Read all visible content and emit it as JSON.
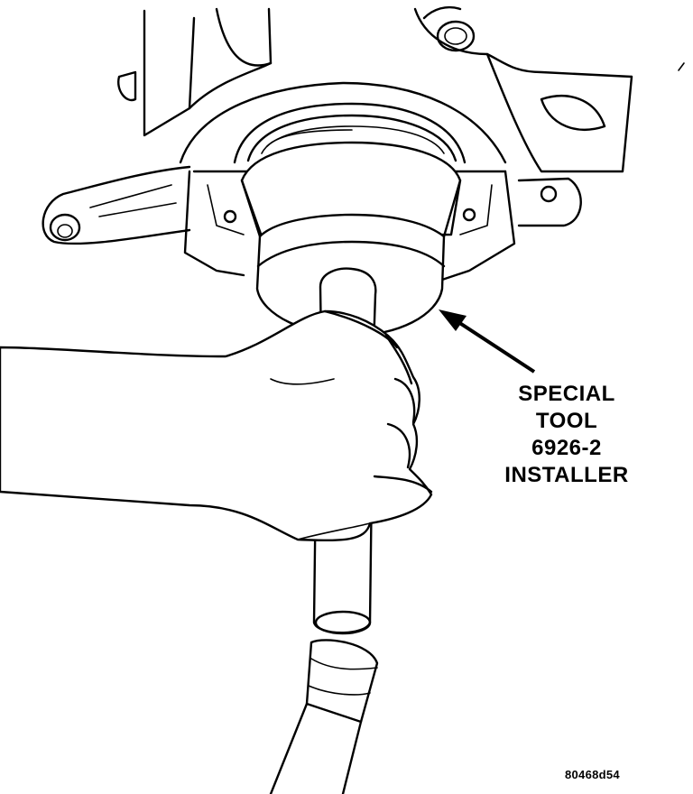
{
  "callout": {
    "lines": [
      "SPECIAL",
      "TOOL",
      "6926-2",
      "INSTALLER"
    ]
  },
  "figure_code": "80468d54"
}
